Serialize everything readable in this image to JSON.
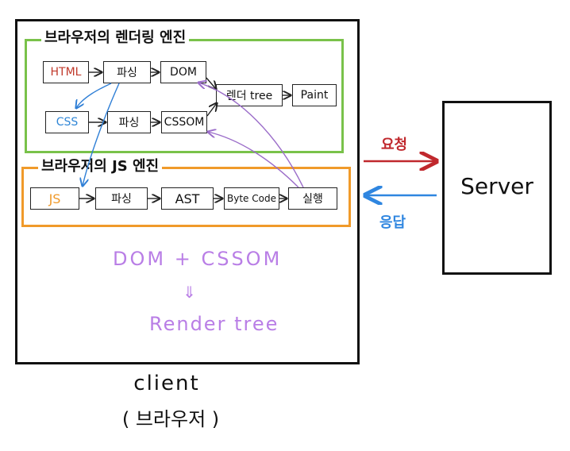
{
  "render_engine": {
    "title": "브라우저의 렌더링 엔진",
    "nodes": {
      "html": "HTML",
      "parse1": "파싱",
      "dom": "DOM",
      "css": "CSS",
      "parse2": "파싱",
      "cssom": "CSSOM",
      "render_tree": "렌더 tree",
      "paint": "Paint"
    }
  },
  "js_engine": {
    "title": "브라우저의 JS 엔진",
    "nodes": {
      "js": "JS",
      "parse": "파싱",
      "ast": "AST",
      "bytecode": "Byte Code",
      "exec": "실행"
    }
  },
  "note": {
    "line1": "DOM + CSSOM",
    "arrow": "⇓",
    "line2": "Render tree"
  },
  "client": {
    "label": "client",
    "sublabel": "( 브라우저 )"
  },
  "server": {
    "label": "Server"
  },
  "request": {
    "label": "요청"
  },
  "response": {
    "label": "응답"
  },
  "colors": {
    "green": "#79c24a",
    "orange": "#f09a2a",
    "html_text": "#c0392b",
    "css_text": "#2f86d6",
    "js_text": "#f09a2a",
    "purple": "#b97ee6",
    "blue": "#2f7fd6",
    "request_arrow": "#c0282d",
    "response_arrow": "#2f86e0"
  }
}
